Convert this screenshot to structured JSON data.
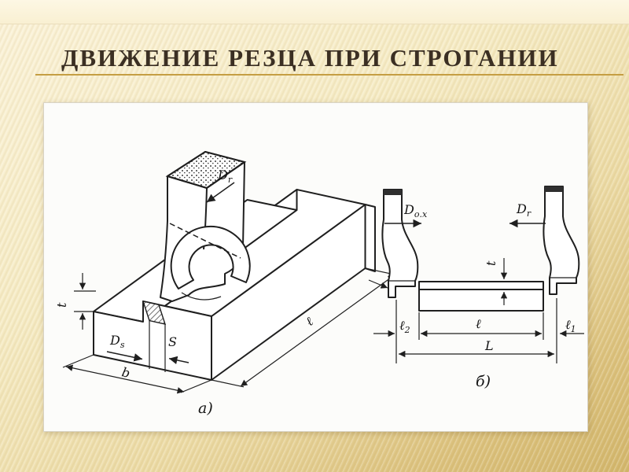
{
  "slide": {
    "title": "ДВИЖЕНИЕ РЕЗЦА ПРИ СТРОГАНИИ"
  },
  "colors": {
    "title_text": "#3b2f23",
    "underline_gold": "#c59e43",
    "background_light": "#fbf3da",
    "background_dark": "#d3b76d",
    "panel_background": "#fcfcfa",
    "drawing_line": "#1f1f1f"
  },
  "figure": {
    "caption_left": "а)",
    "caption_right": "б)",
    "left": {
      "cutting_motion": {
        "main": "D",
        "sub": "r"
      },
      "depth": "t",
      "feed_motion": {
        "main": "D",
        "sub": "s"
      },
      "feed": "S",
      "width": "b",
      "length": "ℓ"
    },
    "right": {
      "reverse_motion": {
        "main": "D",
        "sub": "о.х"
      },
      "cutting_motion": {
        "main": "D",
        "sub": "r"
      },
      "depth": "t",
      "l2": {
        "main": "ℓ",
        "sub": "2"
      },
      "length": "ℓ",
      "l1": {
        "main": "ℓ",
        "sub": "1"
      },
      "total_length": "L"
    }
  }
}
